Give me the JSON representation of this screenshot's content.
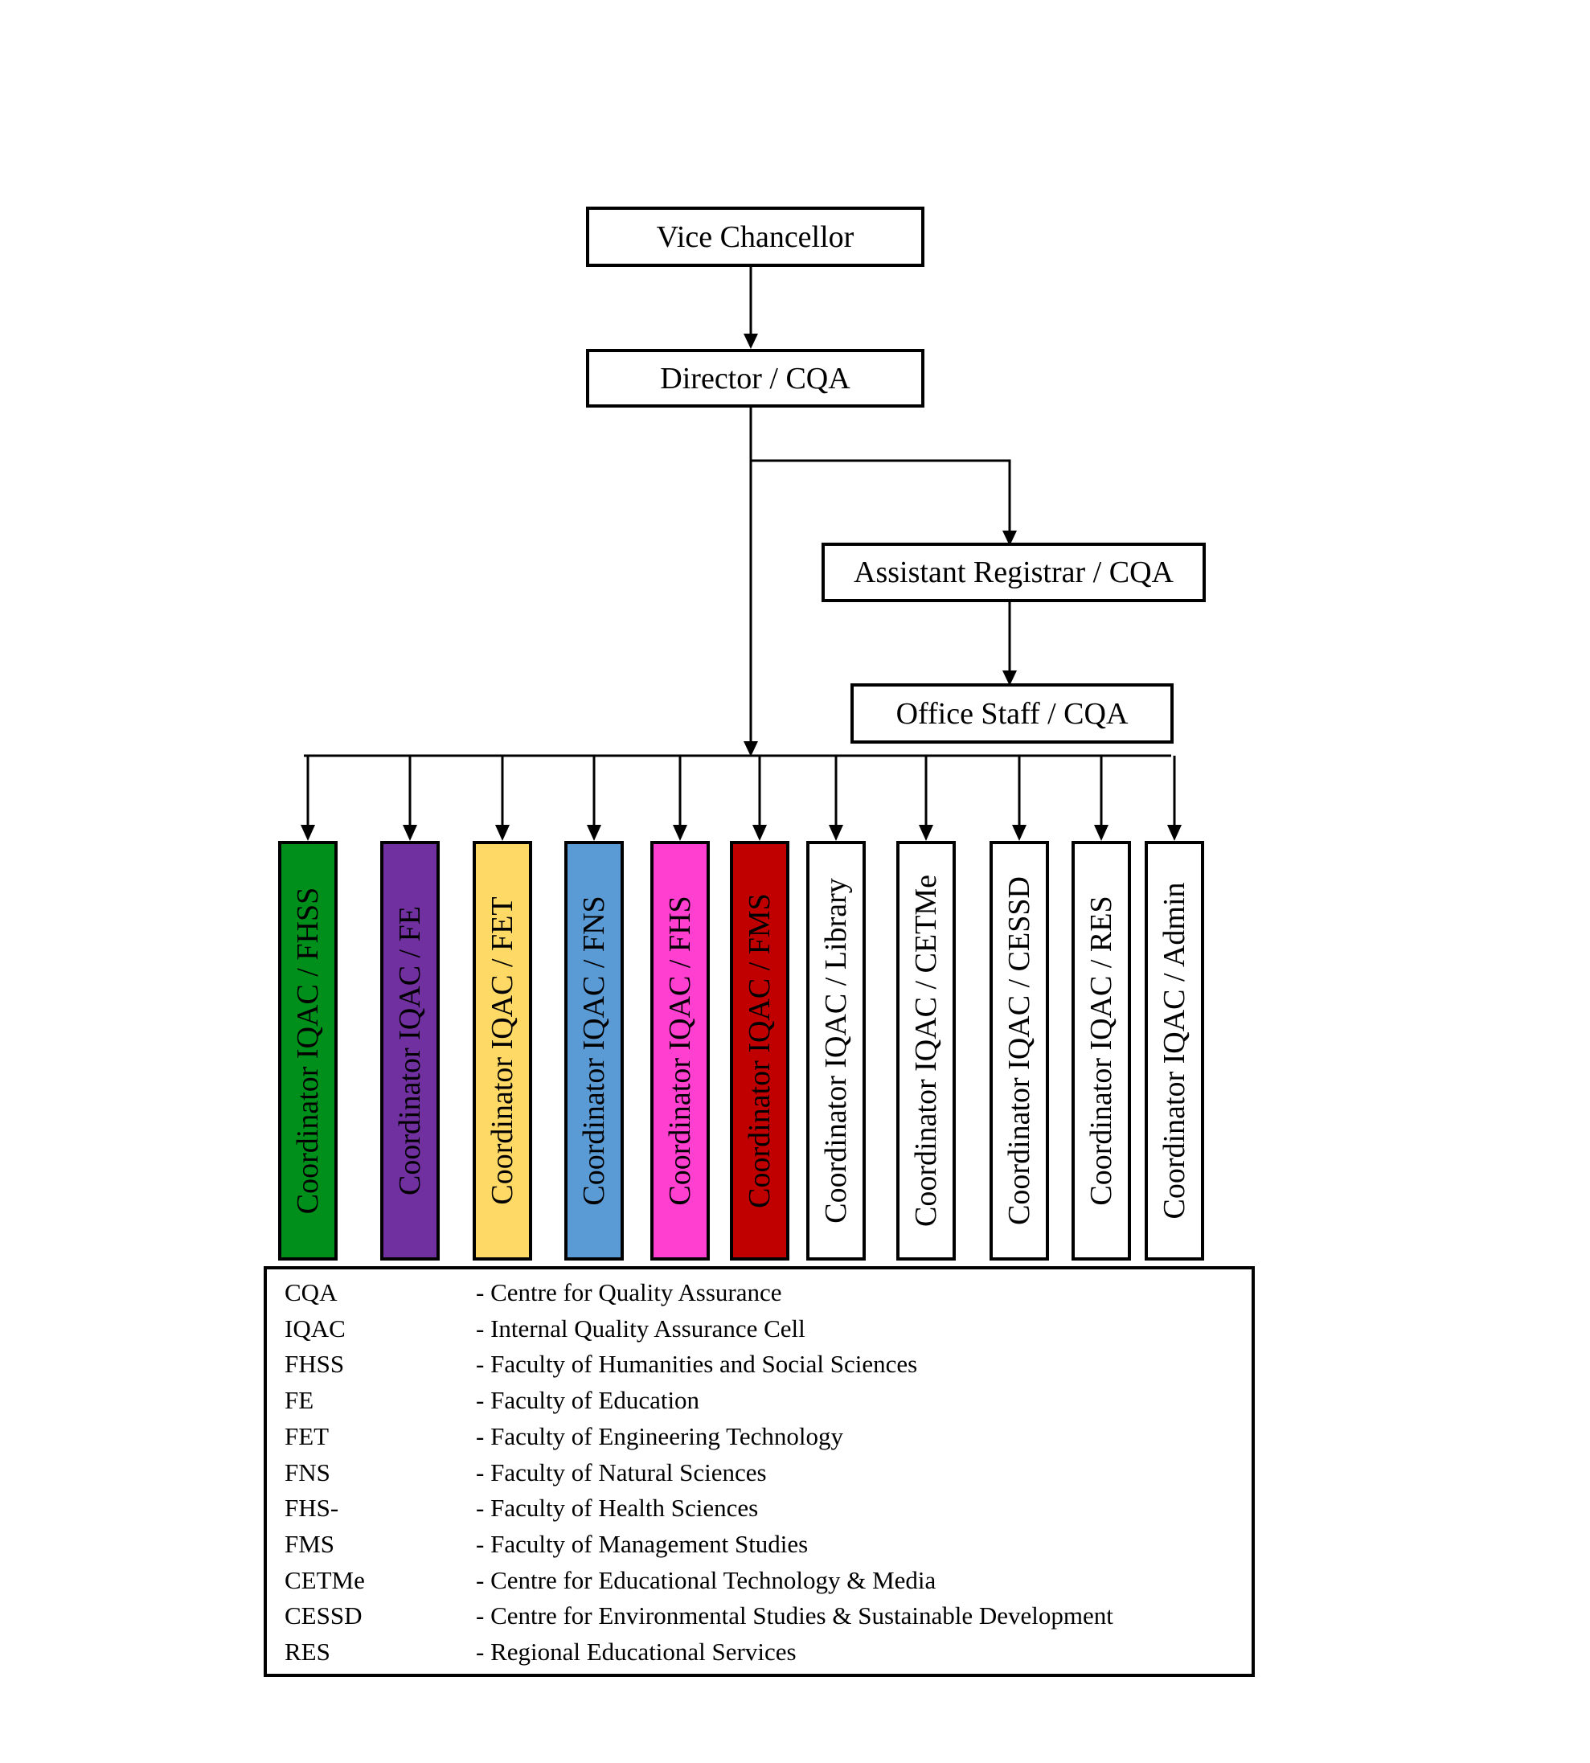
{
  "org_chart": {
    "top": {
      "vice_chancellor": "Vice Chancellor",
      "director": "Director / CQA",
      "assistant_registrar": "Assistant Registrar / CQA",
      "office_staff": "Office Staff / CQA"
    },
    "coordinators": [
      {
        "label": "Coordinator IQAC / FHSS",
        "fill": "#008f1a"
      },
      {
        "label": "Coordinator IQAC / FE",
        "fill": "#7030a0"
      },
      {
        "label": "Coordinator IQAC / FET",
        "fill": "#ffd966"
      },
      {
        "label": "Coordinator IQAC / FNS",
        "fill": "#5b9bd5"
      },
      {
        "label": "Coordinator IQAC / FHS",
        "fill": "#ff3fd0"
      },
      {
        "label": "Coordinator IQAC / FMS",
        "fill": "#c00000"
      },
      {
        "label": "Coordinator IQAC / Library",
        "fill": "#ffffff"
      },
      {
        "label": "Coordinator IQAC / CETMe",
        "fill": "#ffffff"
      },
      {
        "label": "Coordinator IQAC / CESSD",
        "fill": "#ffffff"
      },
      {
        "label": "Coordinator IQAC / RES",
        "fill": "#ffffff"
      },
      {
        "label": "Coordinator IQAC / Admin",
        "fill": "#ffffff"
      }
    ]
  },
  "legend": [
    {
      "abbr": "CQA",
      "desc": "- Centre for Quality Assurance"
    },
    {
      "abbr": "IQAC",
      "desc": "- Internal Quality Assurance Cell"
    },
    {
      "abbr": "FHSS",
      "desc": "- Faculty of Humanities and Social Sciences"
    },
    {
      "abbr": "FE",
      "desc": "- Faculty of Education"
    },
    {
      "abbr": "FET",
      "desc": "- Faculty of Engineering Technology"
    },
    {
      "abbr": "FNS",
      "desc": "- Faculty of Natural Sciences"
    },
    {
      "abbr": "FHS-",
      "desc": "- Faculty of Health Sciences"
    },
    {
      "abbr": "FMS",
      "desc": "- Faculty of Management Studies"
    },
    {
      "abbr": "CETMe",
      "desc": "- Centre for Educational Technology & Media"
    },
    {
      "abbr": "CESSD",
      "desc": "- Centre for Environmental Studies & Sustainable Development"
    },
    {
      "abbr": "RES",
      "desc": "- Regional Educational Services"
    }
  ]
}
